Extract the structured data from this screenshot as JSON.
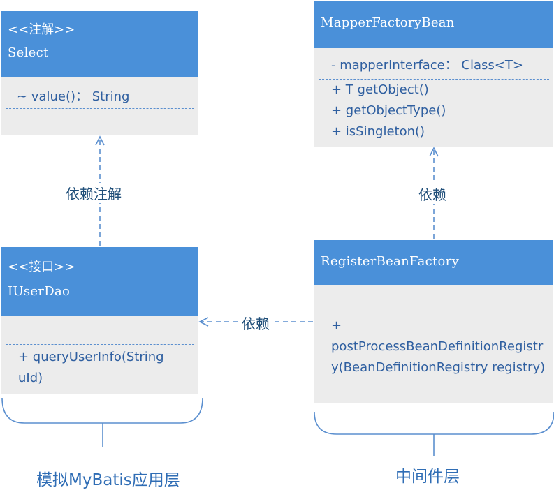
{
  "select": {
    "stereotype": "<<注解>>",
    "name": "Select",
    "methods": [
      "~ value()： String"
    ]
  },
  "iuserdao": {
    "stereotype": "<<接口>>",
    "name": "IUserDao",
    "method_line1": "+ queryUserInfo(String",
    "method_line2": "uId)"
  },
  "mapperfactorybean": {
    "name": "MapperFactoryBean",
    "attributes": [
      "- mapperInterface： Class<T>"
    ],
    "methods": [
      "+ T getObject()",
      "+ getObjectType()",
      "+ isSingleton()"
    ]
  },
  "registerbeanfactory": {
    "name": "RegisterBeanFactory",
    "method_plus": "+",
    "method_text": "postProcessBeanDefinitionRegistry(BeanDefinitionRegistry registry)"
  },
  "relations": {
    "depends_annotation": "依赖注解",
    "depends_mid": "依赖",
    "depends_right": "依赖"
  },
  "layers": {
    "left": "模拟MyBatis应用层",
    "right": "中间件层"
  },
  "colors": {
    "header": "#4a90d9",
    "body": "#ececec",
    "member_text": "#2f5fa0",
    "line": "#5b8fcf"
  }
}
